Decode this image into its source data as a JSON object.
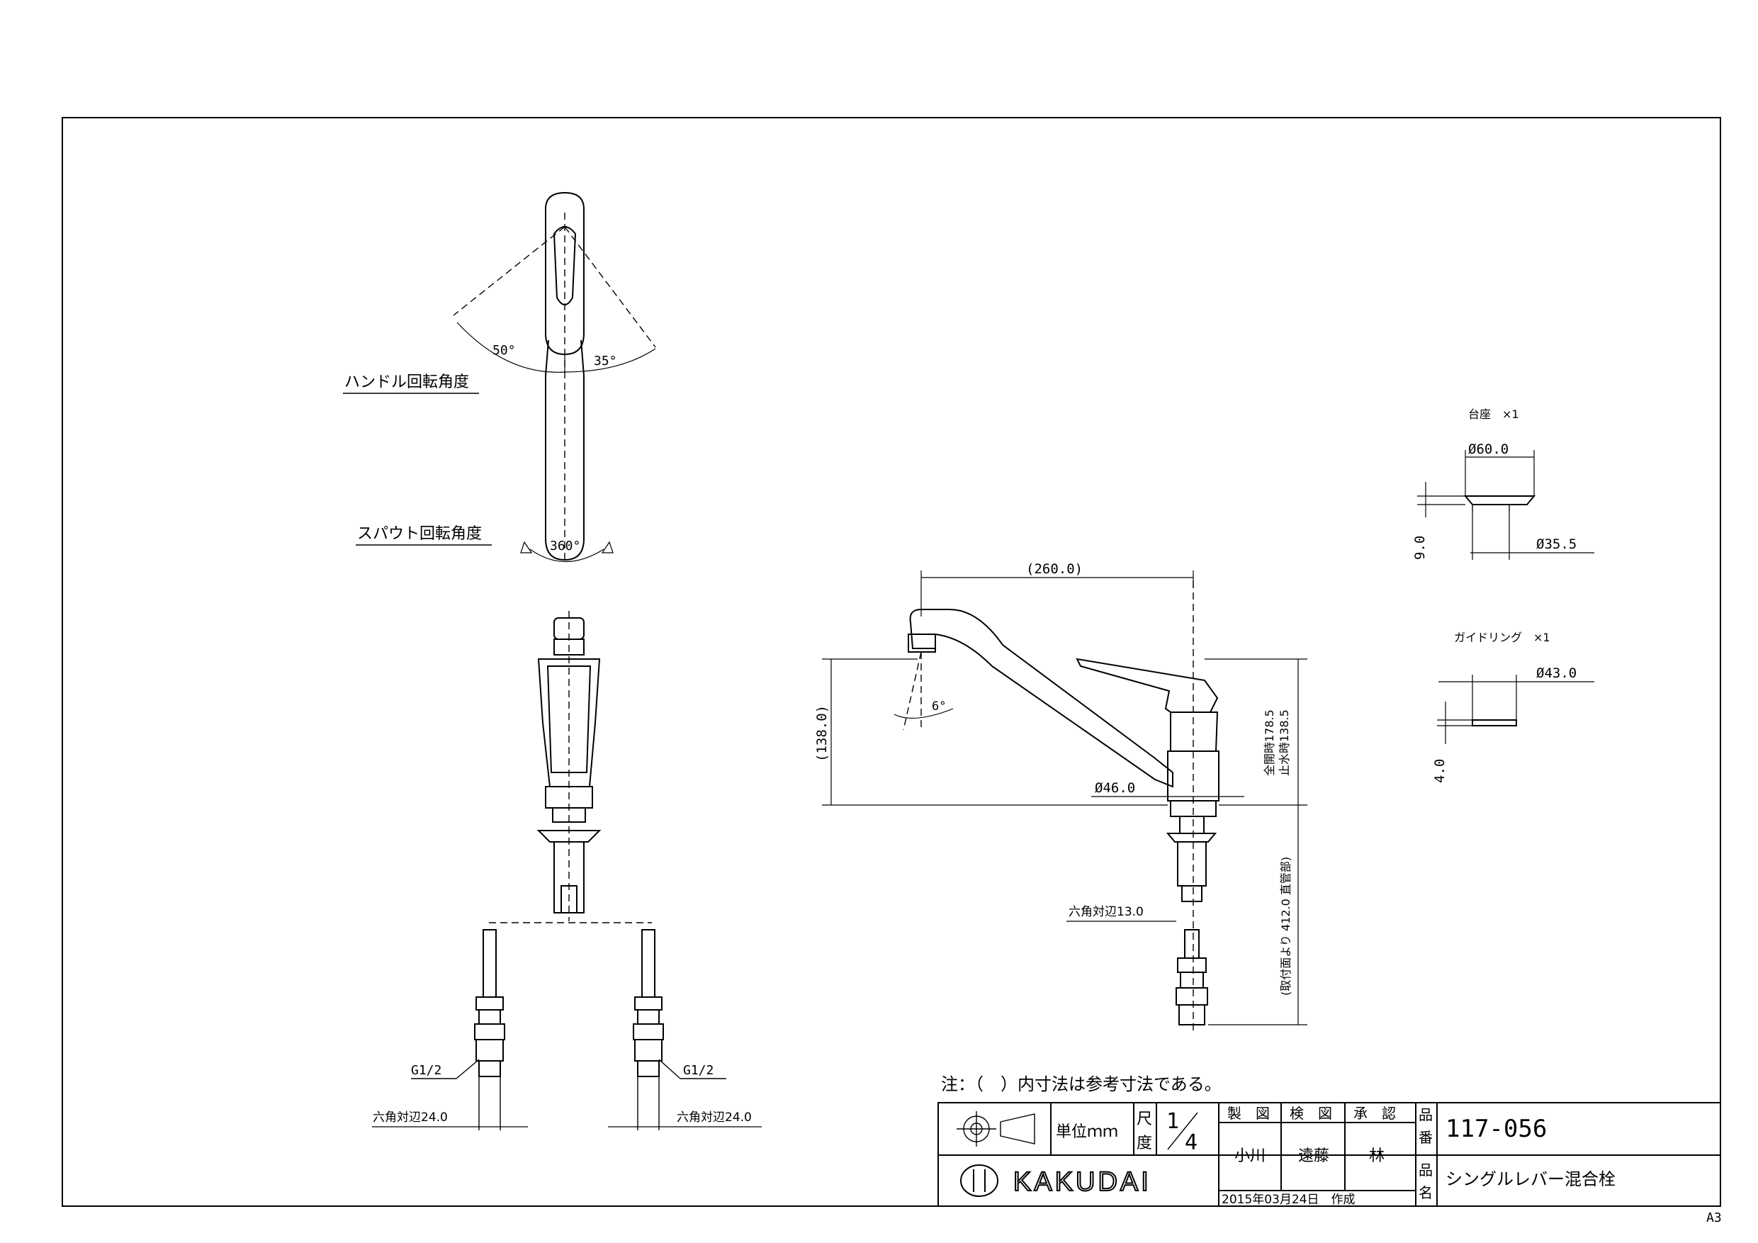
{
  "labels": {
    "handle_rotation": "ハンドル回転角度",
    "spout_rotation": "スパウト回転角度",
    "angle_50": "50°",
    "angle_35": "35°",
    "angle_360": "360°",
    "angle_6": "6°",
    "g_left": "G1/2",
    "g_right": "G1/2",
    "hex_left": "六角対辺24.0",
    "hex_right": "六角対辺24.0",
    "hex_13": "六角対辺13.0",
    "dim_260": "(260.0)",
    "dim_138": "(138.0)",
    "dim_46": "Ø46.0",
    "dim_1785": "全開時178.5",
    "dim_1385": "止水時138.5",
    "dim_412": "(取付面より 412.0 直管部)"
  },
  "parts": {
    "base_title": "台座　×1",
    "base_d60": "Ø60.0",
    "base_d355": "Ø35.5",
    "base_h9": "9.0",
    "ring_title": "ガイドリング　×1",
    "ring_d43": "Ø43.0",
    "ring_h4": "4.0"
  },
  "note": "注：（　）内寸法は参考寸法である。",
  "title_block": {
    "unit_label": "単位ｍｍ",
    "scale_label": "尺度",
    "scale_num": "1",
    "scale_den": "4",
    "col_drawn": "製　図",
    "col_checked": "検　図",
    "col_approved": "承　認",
    "name_drawn": "小川",
    "name_checked": "遠藤",
    "name_approved": "林",
    "date": "2015年03月24日　作成",
    "product_no_label": "品番",
    "product_no": "117-056",
    "product_name_label": "品名",
    "product_name": "シングルレバー混合栓",
    "brand": "KAKUDAI"
  },
  "sheet_size": "A3"
}
